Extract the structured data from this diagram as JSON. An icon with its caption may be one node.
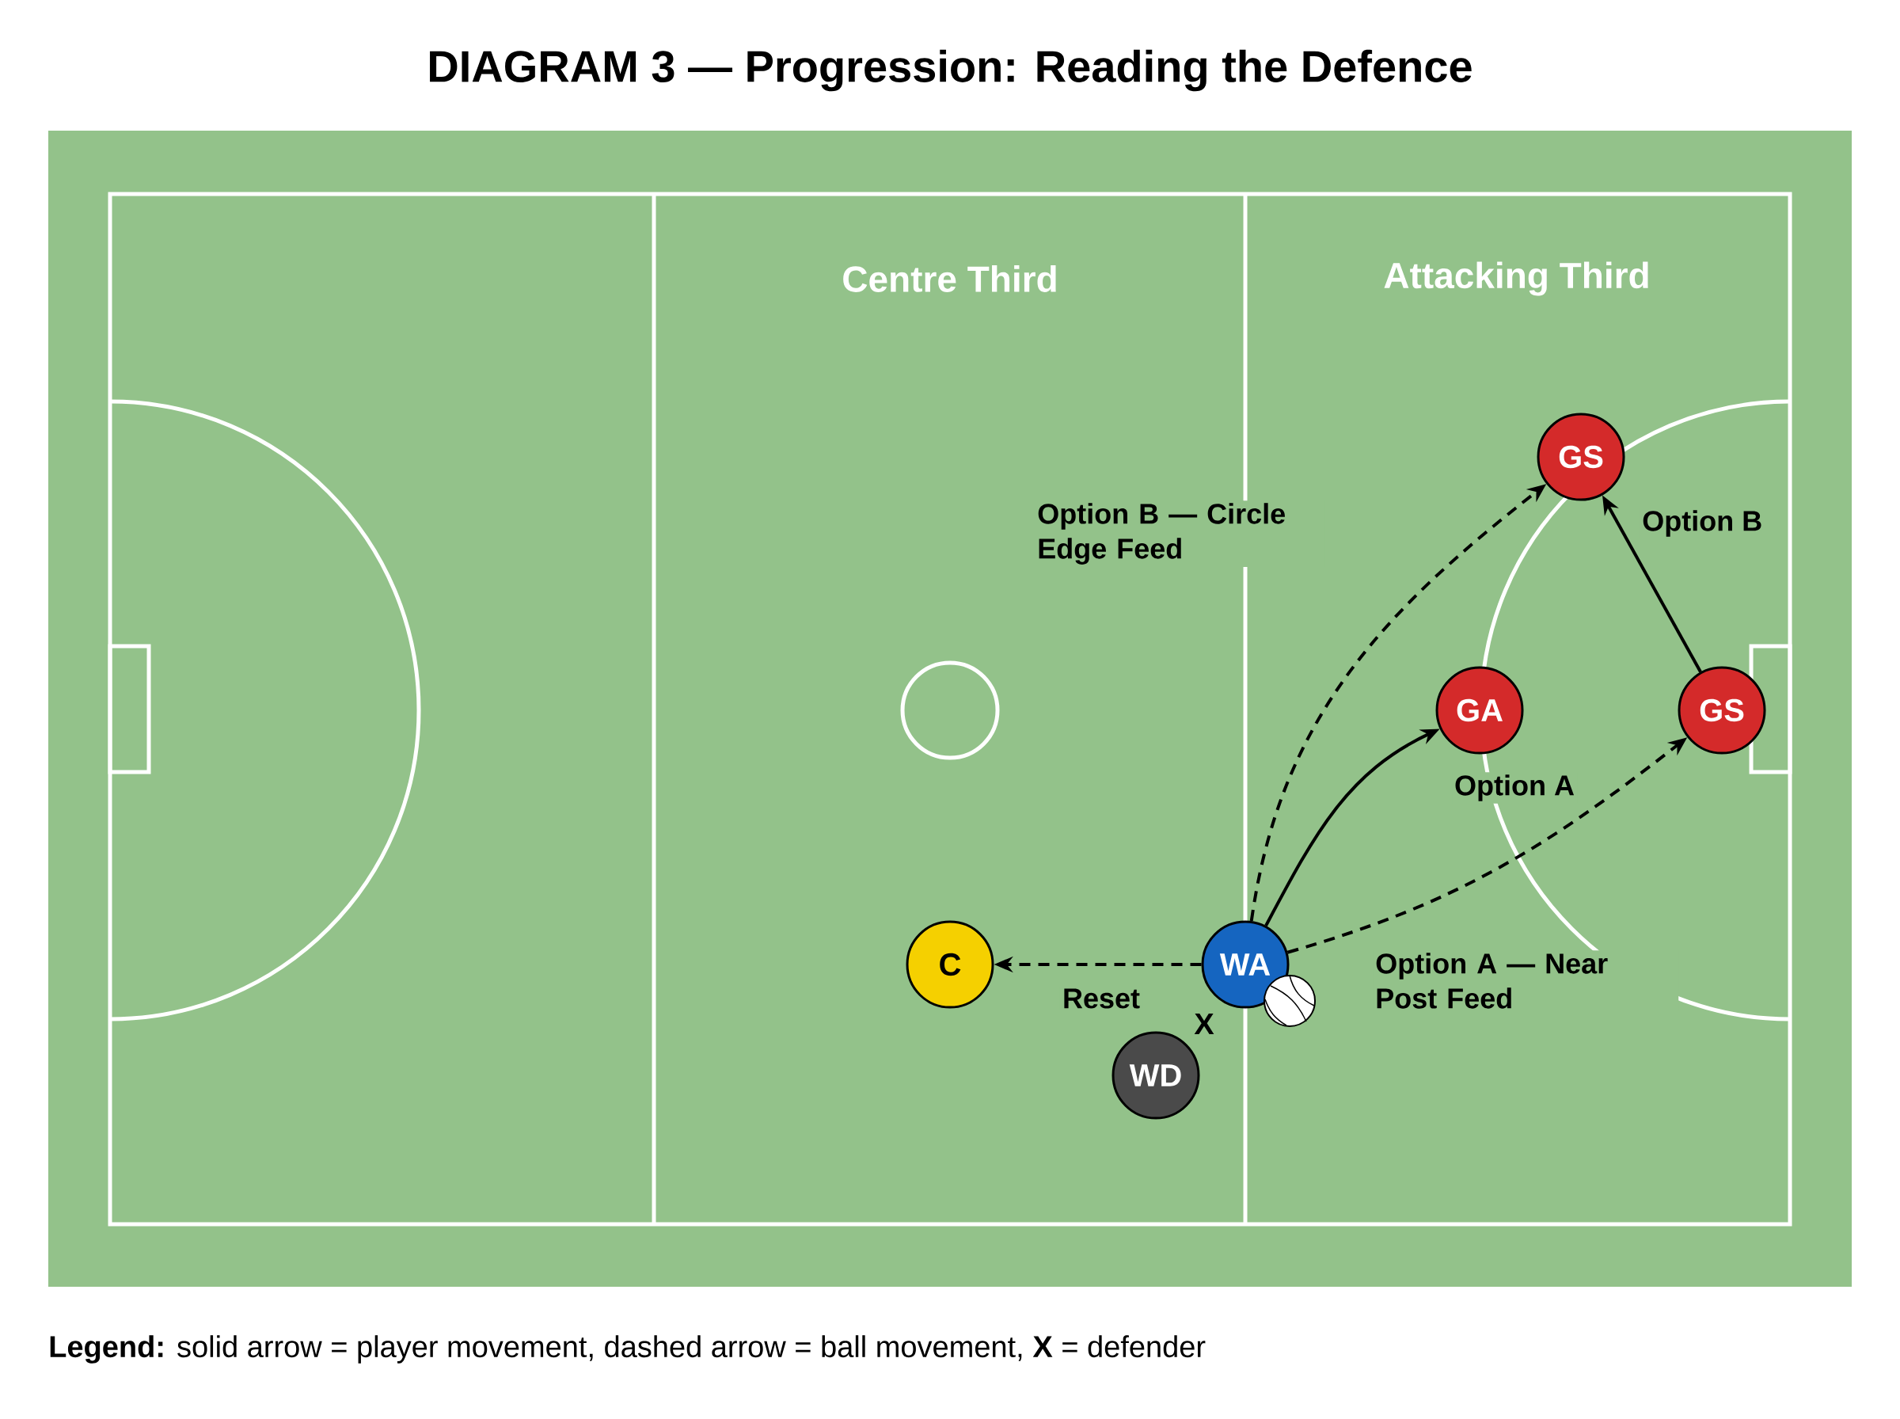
{
  "diagram": {
    "title": "DIAGRAM 3 — Progression: Reading the Defence",
    "caption": "**Legend:** solid arrow = player movement, dashed arrow = ball movement, **X** = defender",
    "nodes": [
      {
        "text": [
          "GS"
        ]
      },
      {
        "text": [
          "GA"
        ]
      },
      {
        "text": [
          "GS"
        ]
      },
      {
        "text": [
          "C"
        ]
      },
      {
        "text": [
          "WA"
        ]
      },
      {
        "text": [
          "WD"
        ]
      }
    ],
    "edges": [
      {
        "from": 4,
        "to": 0,
        "arrow": "to",
        "style": "dashed",
        "label": "Option B — Circle Edge Feed"
      },
      {
        "from": 2,
        "to": 0,
        "arrow": "to",
        "label": "Option B"
      },
      {
        "from": 4,
        "to": 1,
        "arrow": "to",
        "label": "Option A"
      },
      {
        "from": 4,
        "to": 2,
        "arrow": "to",
        "style": "dashed",
        "label": "Option A — Near Post Feed"
      },
      {
        "from": 4,
        "to": 3,
        "arrow": "to",
        "style": "dashed",
        "label": "Reset"
      }
    ],
    "labels": [
      "Centre Third",
      "Attacking Third",
      "X"
    ]
  }
}
